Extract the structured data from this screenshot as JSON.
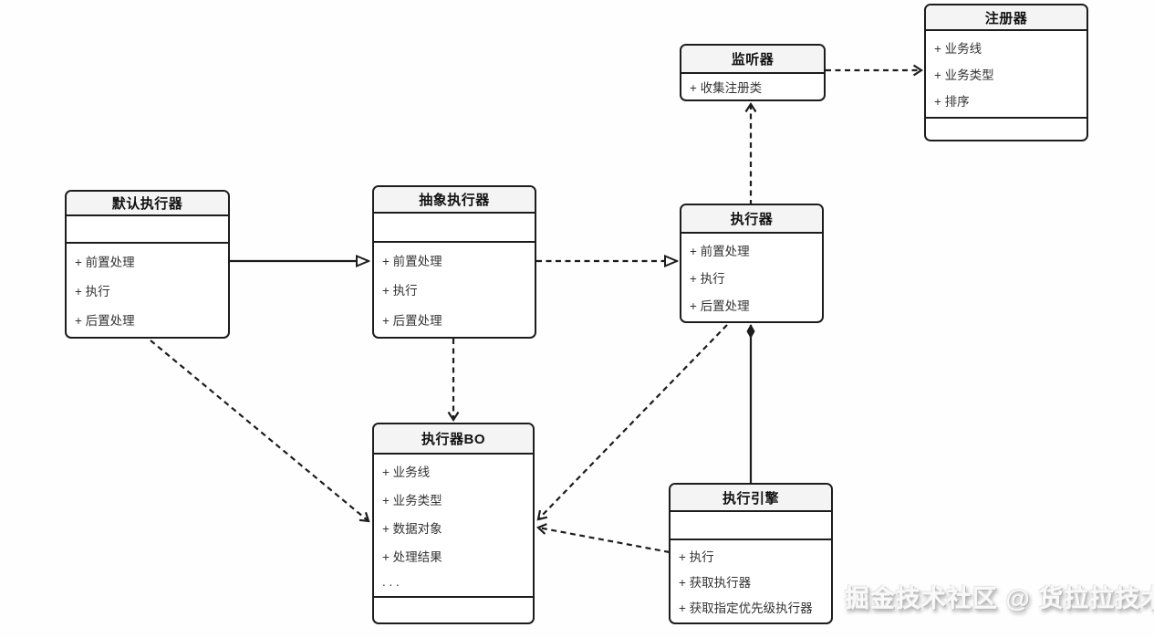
{
  "diagram": {
    "background": "#fefefe",
    "stroke_color": "#1c1c1c",
    "title_bar_color": "#f4f4f4"
  },
  "watermark": "掘金技术社区 @ 货拉拉技术",
  "classes": {
    "registrar": {
      "title": "注册器",
      "fields": [
        "+ 业务线",
        "+ 业务类型",
        "+ 排序"
      ]
    },
    "listener": {
      "title": "监听器",
      "fields": [
        "+ 收集注册类"
      ]
    },
    "default_executor": {
      "title": "默认执行器",
      "methods": [
        "+ 前置处理",
        "+ 执行",
        "+ 后置处理"
      ]
    },
    "abstract_executor": {
      "title": "抽象执行器",
      "methods": [
        "+ 前置处理",
        "+ 执行",
        "+ 后置处理"
      ]
    },
    "executor": {
      "title": "执行器",
      "methods": [
        "+ 前置处理",
        "+ 执行",
        "+ 后置处理"
      ]
    },
    "executor_bo": {
      "title": "执行器BO",
      "fields": [
        "+ 业务线",
        "+ 业务类型",
        "+ 数据对象",
        "+ 处理结果",
        ". . ."
      ]
    },
    "execution_engine": {
      "title": "执行引擎",
      "methods": [
        "+ 执行",
        "+ 获取执行器",
        "+ 获取指定优先级执行器"
      ]
    }
  },
  "relations": [
    {
      "from": "默认执行器",
      "to": "抽象执行器",
      "type": "generalization",
      "line": "solid",
      "arrowhead": "hollow-triangle"
    },
    {
      "from": "抽象执行器",
      "to": "执行器",
      "type": "realization",
      "line": "dashed",
      "arrowhead": "hollow-triangle"
    },
    {
      "from": "抽象执行器",
      "to": "执行器BO",
      "type": "dependency",
      "line": "dashed",
      "arrowhead": "open-vee"
    },
    {
      "from": "默认执行器",
      "to": "执行器BO",
      "type": "dependency",
      "line": "dashed",
      "arrowhead": "open-vee"
    },
    {
      "from": "执行器",
      "to": "监听器",
      "type": "dependency",
      "line": "dashed",
      "arrowhead": "open-vee"
    },
    {
      "from": "监听器",
      "to": "注册器",
      "type": "dependency",
      "line": "dashed",
      "arrowhead": "open-vee"
    },
    {
      "from": "执行引擎",
      "to": "执行器",
      "type": "composition",
      "line": "solid",
      "arrowhead": "filled-diamond"
    },
    {
      "from": "执行器",
      "to": "执行器BO",
      "type": "dependency",
      "line": "dashed",
      "arrowhead": "open-vee"
    },
    {
      "from": "执行引擎",
      "to": "执行器BO",
      "type": "dependency",
      "line": "dashed",
      "arrowhead": "open-vee"
    }
  ]
}
